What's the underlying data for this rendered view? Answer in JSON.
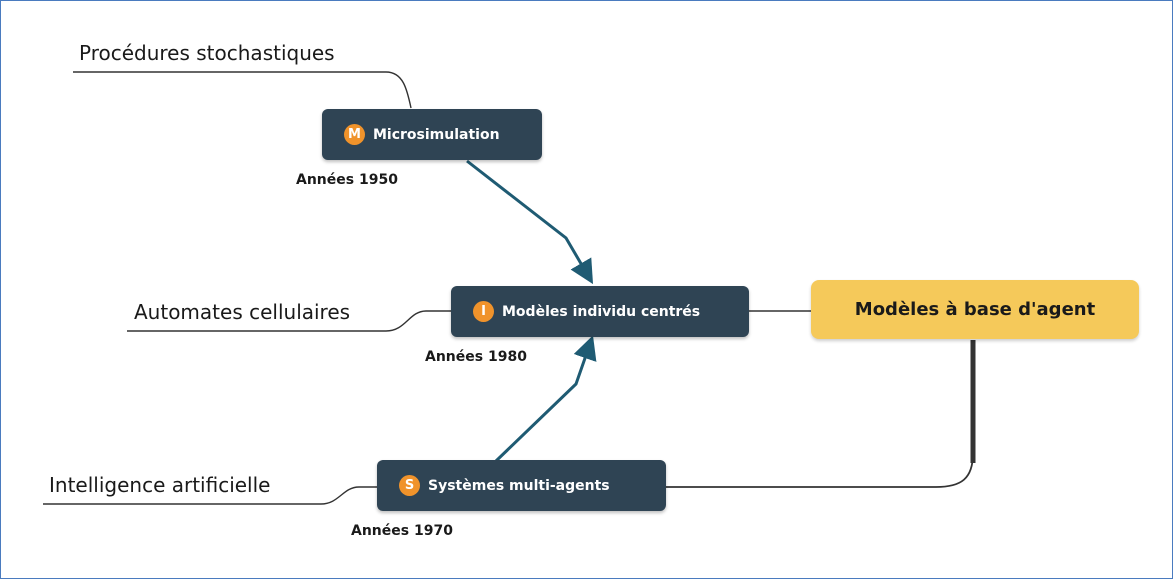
{
  "root": {
    "label": "Modèles à base d'agent"
  },
  "nodes": {
    "microsimulation": {
      "marker": "M",
      "label": "Microsimulation",
      "date": "Années 1950",
      "origin": "Procédures stochastiques"
    },
    "individu": {
      "marker": "I",
      "label": "Modèles individu centrés",
      "date": "Années 1980",
      "origin": "Automates cellulaires"
    },
    "sma": {
      "marker": "S",
      "label": "Systèmes multi-agents",
      "date": "Années 1970",
      "origin": "Intelligence artificielle"
    }
  },
  "colors": {
    "node_bg": "#2f4454",
    "marker": "#f0932b",
    "root_bg": "#f5c95a",
    "arrow": "#1f5b73",
    "line": "#333333"
  }
}
